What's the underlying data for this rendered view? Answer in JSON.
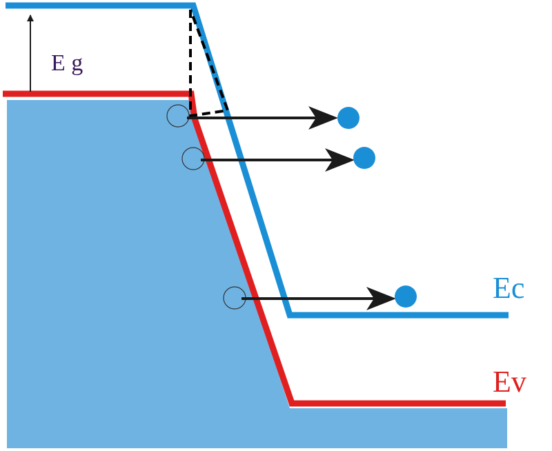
{
  "labels": {
    "bandgap": "E g",
    "conduction_band": "Ec",
    "valence_band": "Ev"
  },
  "colors": {
    "conduction_band": "#1a8fd6",
    "valence_band": "#e02020",
    "filled_region": "#6fb3e3",
    "electron": "#1a8fd6",
    "arrow": "#1a1a1a",
    "bandgap_text": "#3a1a5a"
  },
  "electrons": [
    {
      "name": "tunneling-electron-top"
    },
    {
      "name": "tunneling-electron-middle"
    },
    {
      "name": "tunneling-electron-bottom"
    }
  ]
}
